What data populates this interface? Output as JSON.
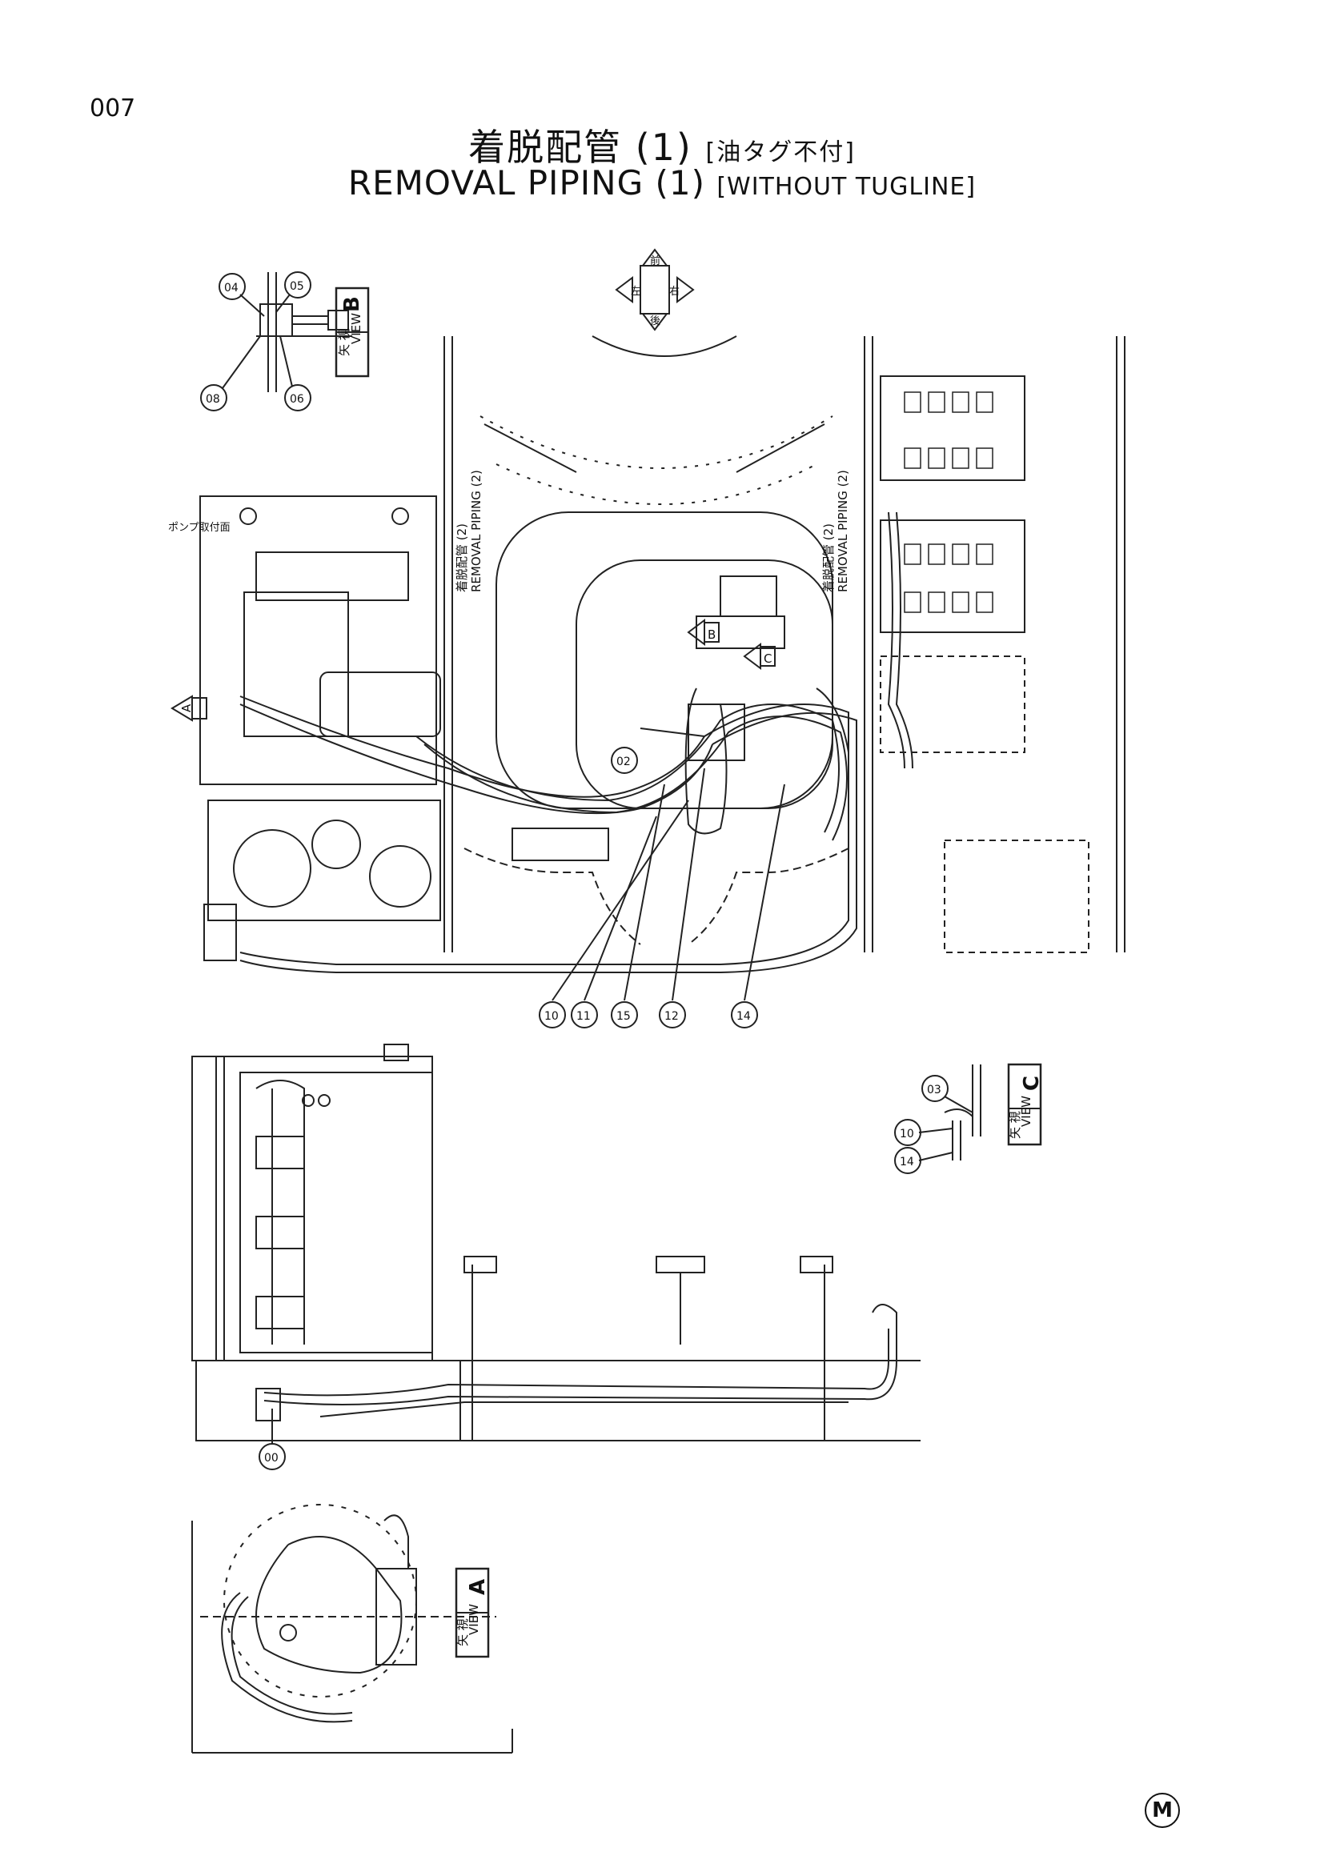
{
  "page_number": "007",
  "title": {
    "jp_main": "着脱配管 (1)",
    "jp_sub": "[油タグ不付]",
    "en_main": "REMOVAL PIPING (1)",
    "en_sub": "[WITHOUT TUGLINE]"
  },
  "views": {
    "b": {
      "jp": "矢 視",
      "en": "VIEW",
      "letter": "B"
    },
    "c": {
      "jp": "矢 視",
      "en": "VIEW",
      "letter": "C"
    },
    "a": {
      "jp": "矢 視",
      "en": "VIEW",
      "letter": "A"
    }
  },
  "annotations": {
    "pump_label": "ポンプ取付面",
    "removal_left_jp": "着脱配管 (2)",
    "removal_left_en": "REMOVAL PIPING (2)",
    "removal_right_jp": "着脱配管 (2)",
    "removal_right_en": "REMOVAL PIPING (2)",
    "compass": [
      "前",
      "左",
      "右",
      "後"
    ],
    "view_arrow_a": "A",
    "view_arrow_b": "B",
    "view_arrow_c": "C"
  },
  "part_callouts": {
    "view_b": [
      "04",
      "05",
      "08",
      "06"
    ],
    "main": [
      "02",
      "10",
      "11",
      "15",
      "12",
      "14"
    ],
    "view_c": [
      "03",
      "10",
      "14"
    ],
    "side": [
      "00"
    ]
  },
  "manufacturer_mark": "M"
}
